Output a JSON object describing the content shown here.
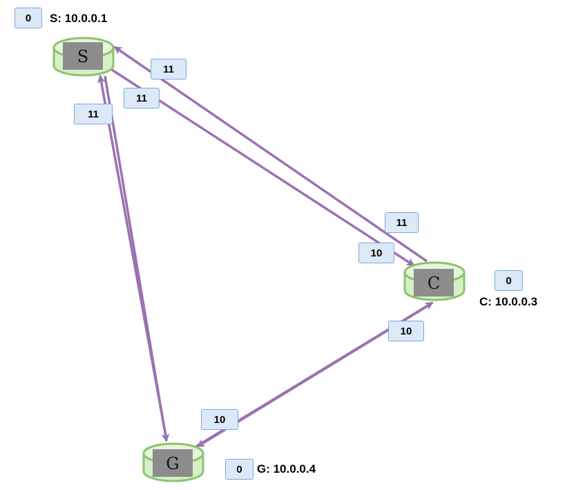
{
  "colors": {
    "edge": "#9a72b0",
    "router_fill": "#d6efc6",
    "router_stroke": "#8cc36a",
    "router_box": "#8c8c8c",
    "badge_fill": "#dce9f8",
    "badge_stroke": "#7ba6d6"
  },
  "routers": {
    "S": {
      "letter": "S",
      "label": "S: 10.0.0.1",
      "counter": "0"
    },
    "C": {
      "letter": "C",
      "label": "C: 10.0.0.3",
      "counter": "0"
    },
    "G": {
      "letter": "G",
      "label": "G: 10.0.0.4",
      "counter": "0"
    }
  },
  "links": [
    {
      "from": "C",
      "to": "S",
      "start_label": "11",
      "end_label": "11"
    },
    {
      "from": "S",
      "to": "C",
      "start_label": "11",
      "end_label": "10"
    },
    {
      "from": "S",
      "to": "G",
      "start_label": "11",
      "end_label": ""
    },
    {
      "from": "G",
      "to": "C",
      "start_label": "10",
      "end_label": "10"
    }
  ]
}
